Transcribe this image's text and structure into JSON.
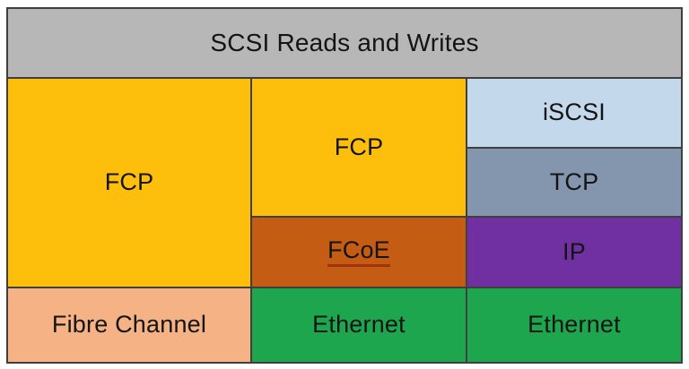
{
  "diagram": {
    "header": {
      "title": "SCSI Reads and Writes"
    },
    "columns": [
      {
        "id": "native-fibre-channel",
        "layers": [
          "FCP",
          "Fibre Channel"
        ]
      },
      {
        "id": "fcoe-stack",
        "layers": [
          "FCP",
          "FCoE",
          "Ethernet"
        ]
      },
      {
        "id": "iscsi-stack",
        "layers": [
          "iSCSI",
          "TCP",
          "IP",
          "Ethernet"
        ]
      }
    ]
  },
  "colors": {
    "border": "#3f3f3f",
    "header_gray": "#b7b7b7",
    "fcp_gold": "#fdbf0b",
    "fcoe_orange": "#c45c13",
    "iscsi_light_blue": "#c4d8ec",
    "tcp_blue_gray": "#8496ad",
    "ip_purple": "#7130a1",
    "ethernet_green": "#1ea64e",
    "fibre_channel_peach": "#f5b284",
    "text": "#141414",
    "spellcheck_underline_red": "#a13212"
  }
}
